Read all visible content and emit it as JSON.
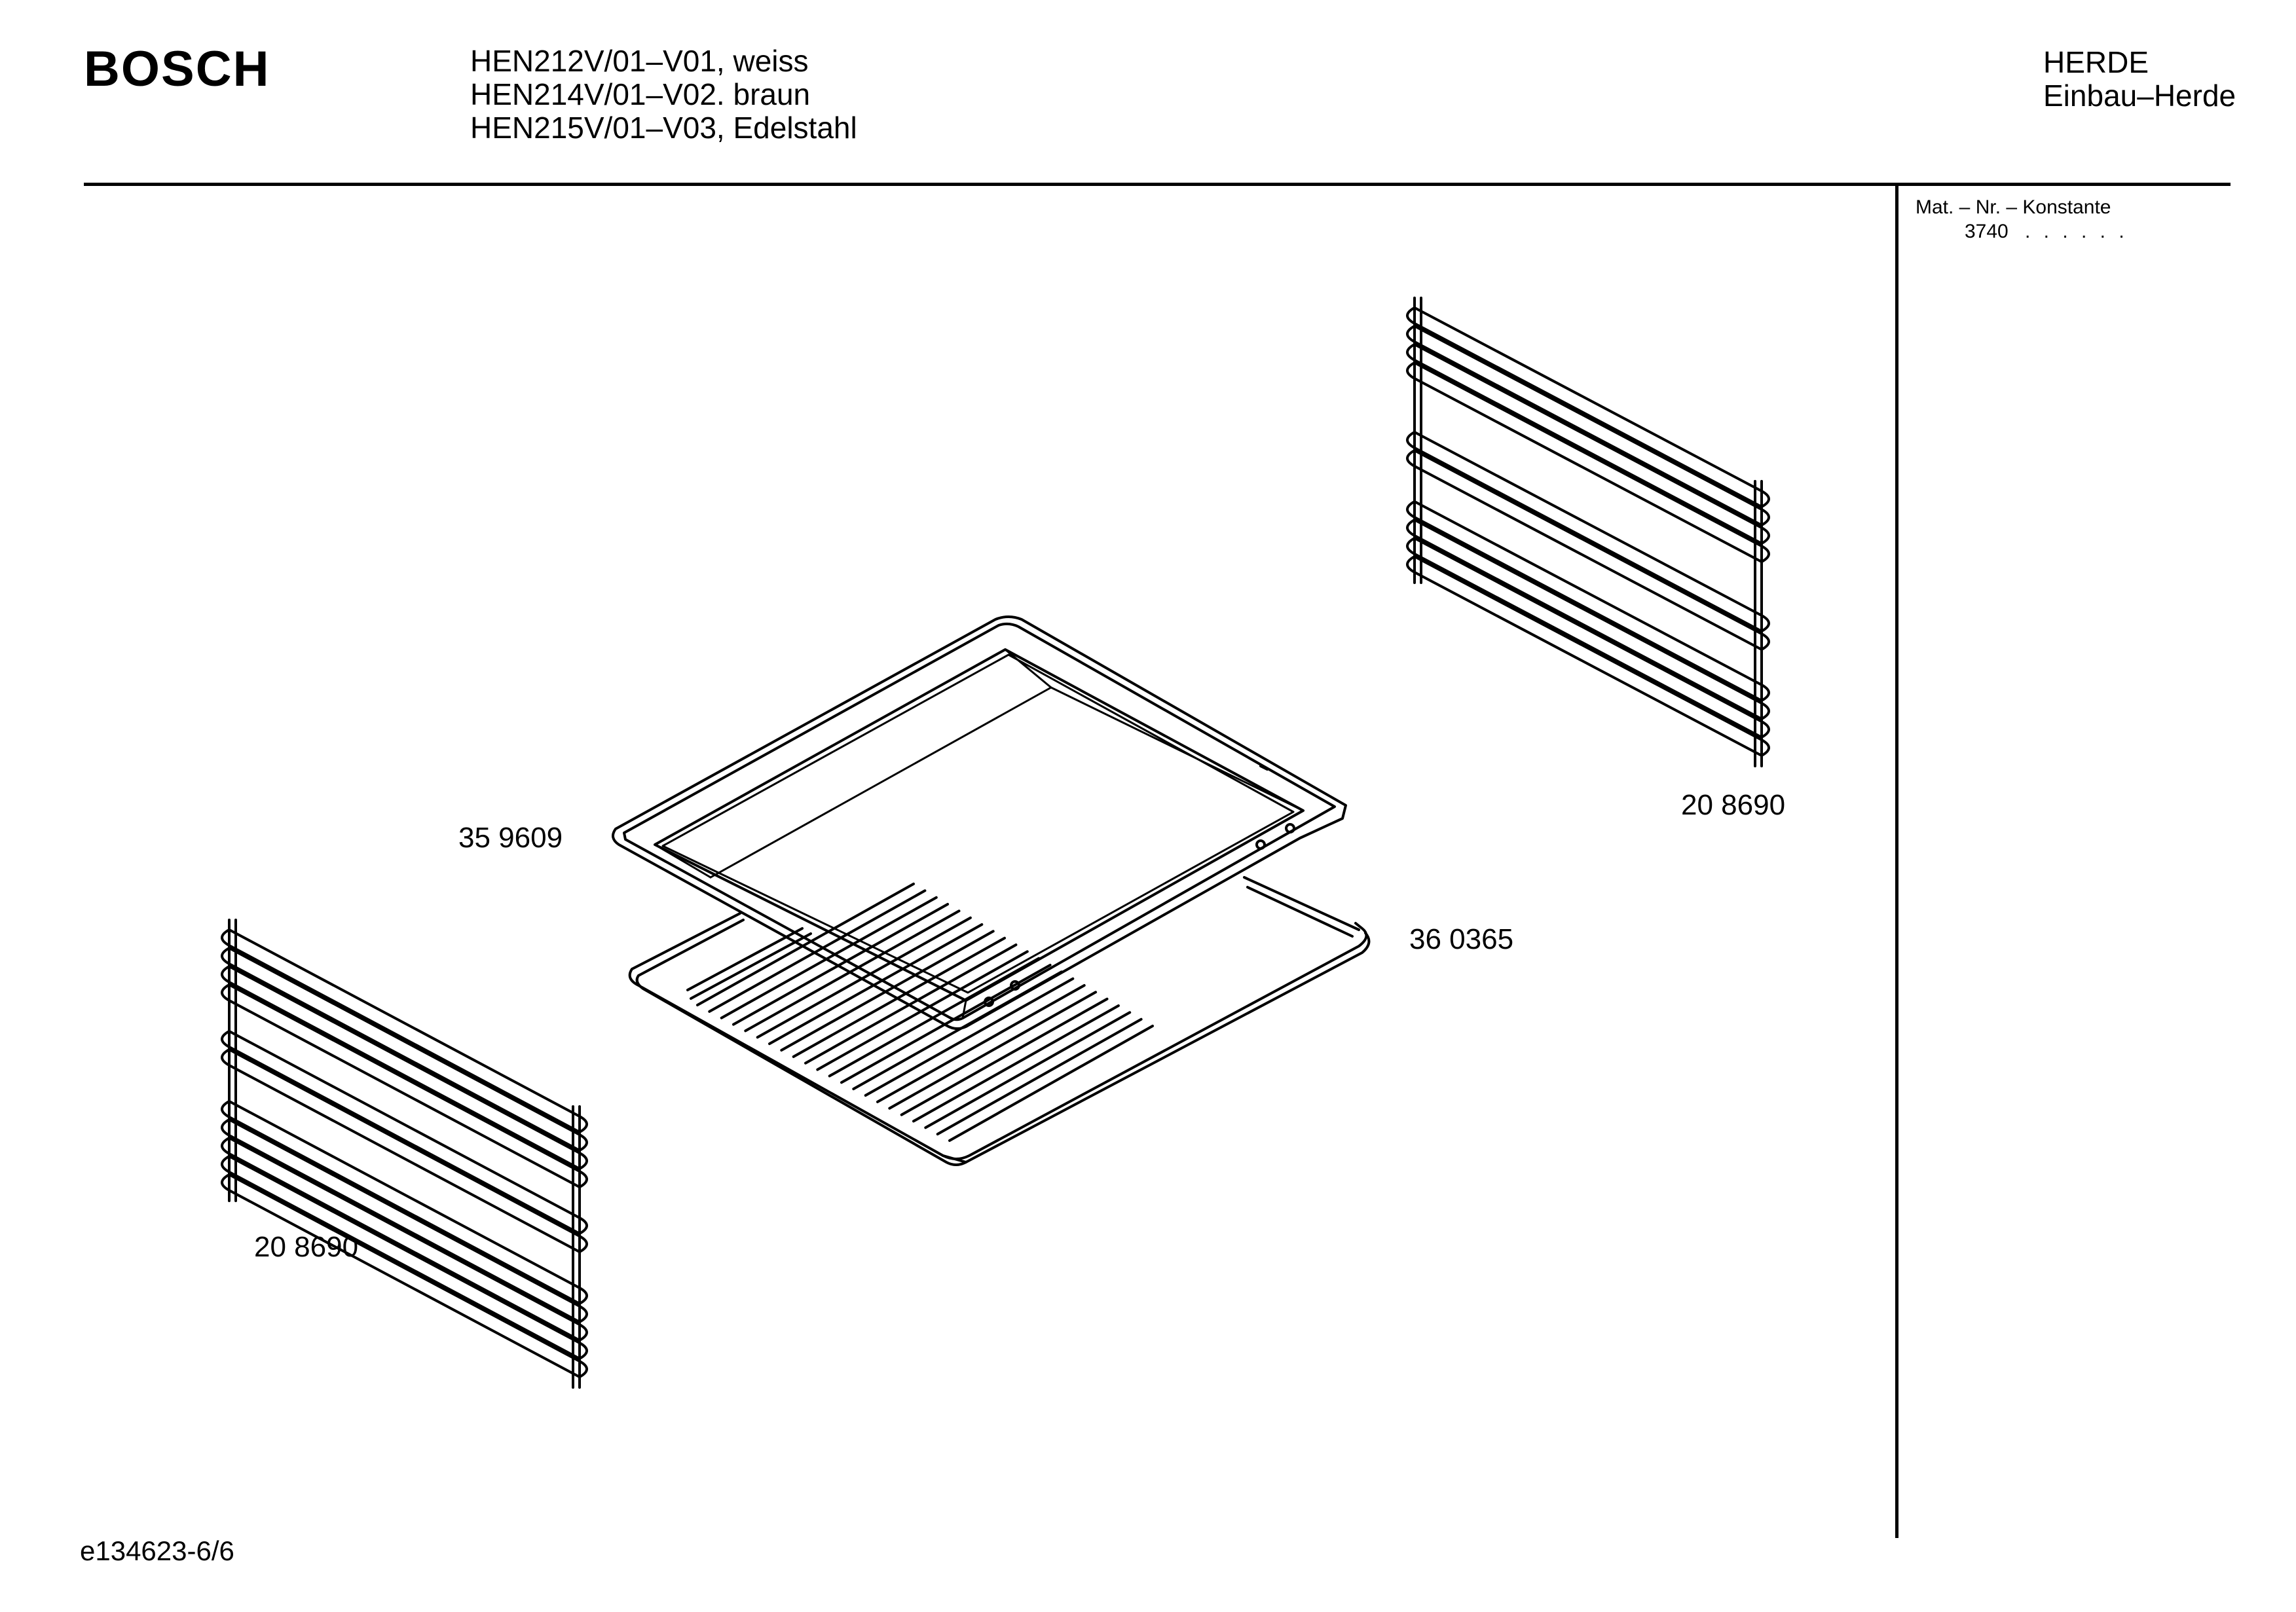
{
  "header": {
    "brand": "BOSCH",
    "models": [
      "HEN212V/01–V01, weiss",
      "HEN214V/01–V02. braun",
      "HEN215V/01–V03, Edelstahl"
    ],
    "category": "HERDE",
    "subcategory": "Einbau–Herde"
  },
  "sidebar": {
    "title": "Mat. – Nr. – Konstante",
    "value": "3740",
    "dots": ". .   . . . ."
  },
  "parts": {
    "tray": "35 9609",
    "grid": "36 0365",
    "rail_right": "20 8690",
    "rail_left": "20 8690"
  },
  "footer": {
    "doc_id": "e134623-6/6"
  }
}
